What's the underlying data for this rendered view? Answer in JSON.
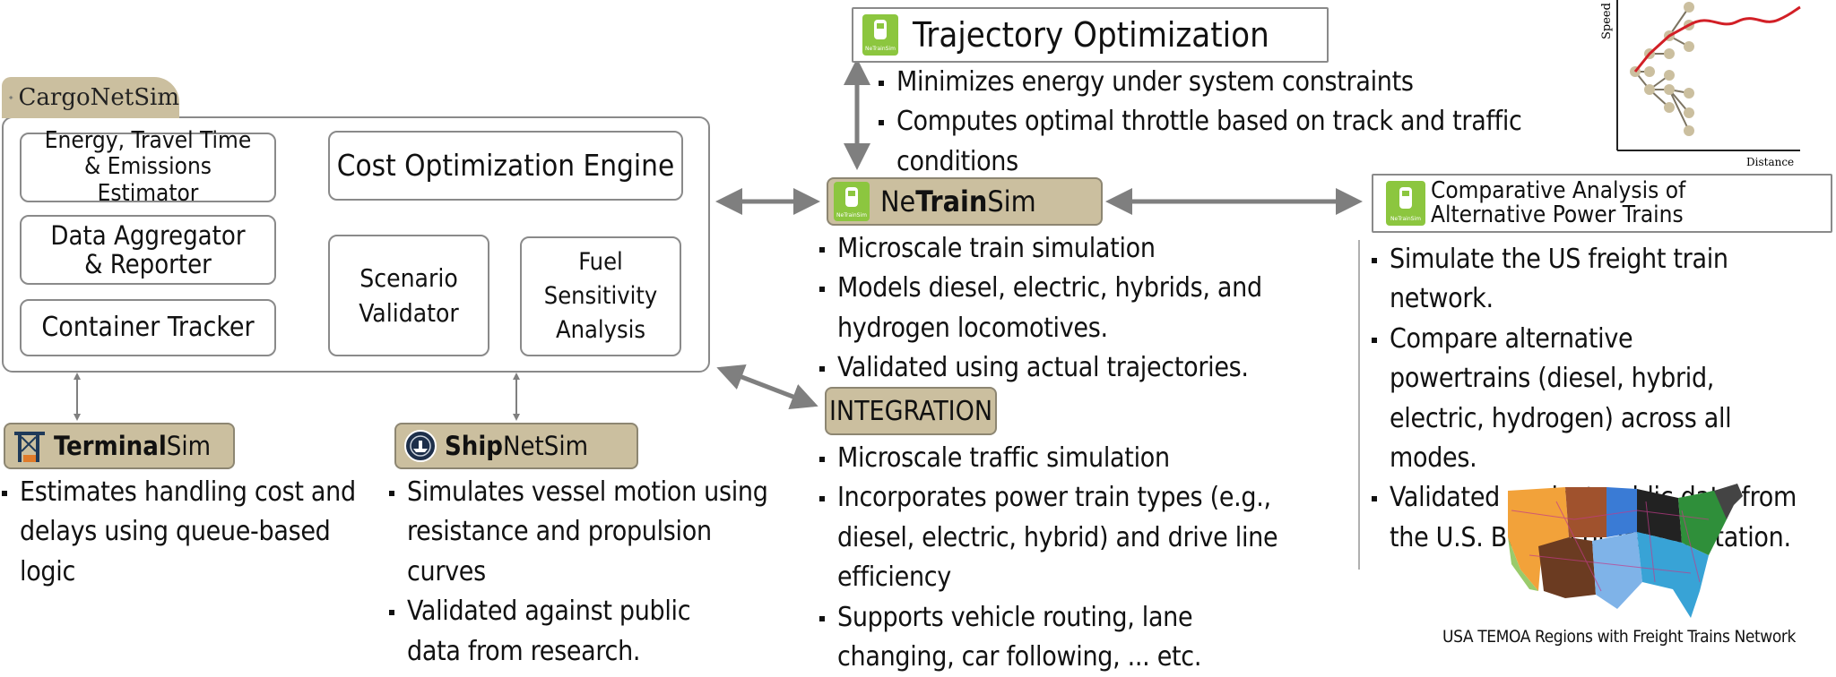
{
  "cargonetsim": {
    "title": "CargoNetSim",
    "modules": {
      "energy": "Energy, Travel Time & Emissions Estimator",
      "aggregator": "Data Aggregator & Reporter",
      "tracker": "Container Tracker",
      "cost": "Cost Optimization Engine",
      "scenario": "Scenario Validator",
      "fuel": "Fuel Sensitivity Analysis"
    }
  },
  "terminalsim": {
    "name_bold": "Terminal",
    "name_rest": "Sim",
    "bullets": [
      "Estimates handling cost and delays using queue-based logic"
    ]
  },
  "shipnetsim": {
    "name_bold": "Ship",
    "name_rest": "NetSim",
    "bullets": [
      "Simulates vessel motion using resistance and propulsion curves",
      "Validated against public data from research."
    ]
  },
  "netrainsim": {
    "name_pre": "Ne",
    "name_bold": "Train",
    "name_rest": "Sim",
    "logo_text": "NeTrainSim",
    "bullets": [
      "Microscale train simulation",
      "Models diesel, electric, hybrids, and hydrogen locomotives.",
      "Validated using actual trajectories."
    ]
  },
  "integration": {
    "title": "INTEGRATION",
    "bullets": [
      "Microscale traffic simulation",
      "Incorporates power train types (e.g., diesel, electric, hybrid) and drive line efficiency",
      "Supports vehicle routing, lane changing, car following, ... etc."
    ]
  },
  "trajectory": {
    "title": "Trajectory Optimization",
    "bullets": [
      "Minimizes energy under system constraints",
      "Computes optimal throttle based on track and traffic conditions"
    ],
    "plot": {
      "ylabel": "Speed",
      "xlabel": "Distance"
    }
  },
  "comparative": {
    "title": "Comparative Analysis of Alternative Power Trains",
    "bullets": [
      "Simulate the US freight train network.",
      "Compare alternative powertrains (diesel, hybrid, electric, hydrogen) across all modes.",
      "Validated against public data from the U.S. Bureau of Transportation."
    ],
    "map_caption": "USA TEMOA Regions with Freight Trains Network"
  },
  "colors": {
    "tan": "#cbbf9f",
    "logo_green": "#8cc63f",
    "arrow": "#7f7f7f",
    "trajectory": "#d21f26"
  }
}
